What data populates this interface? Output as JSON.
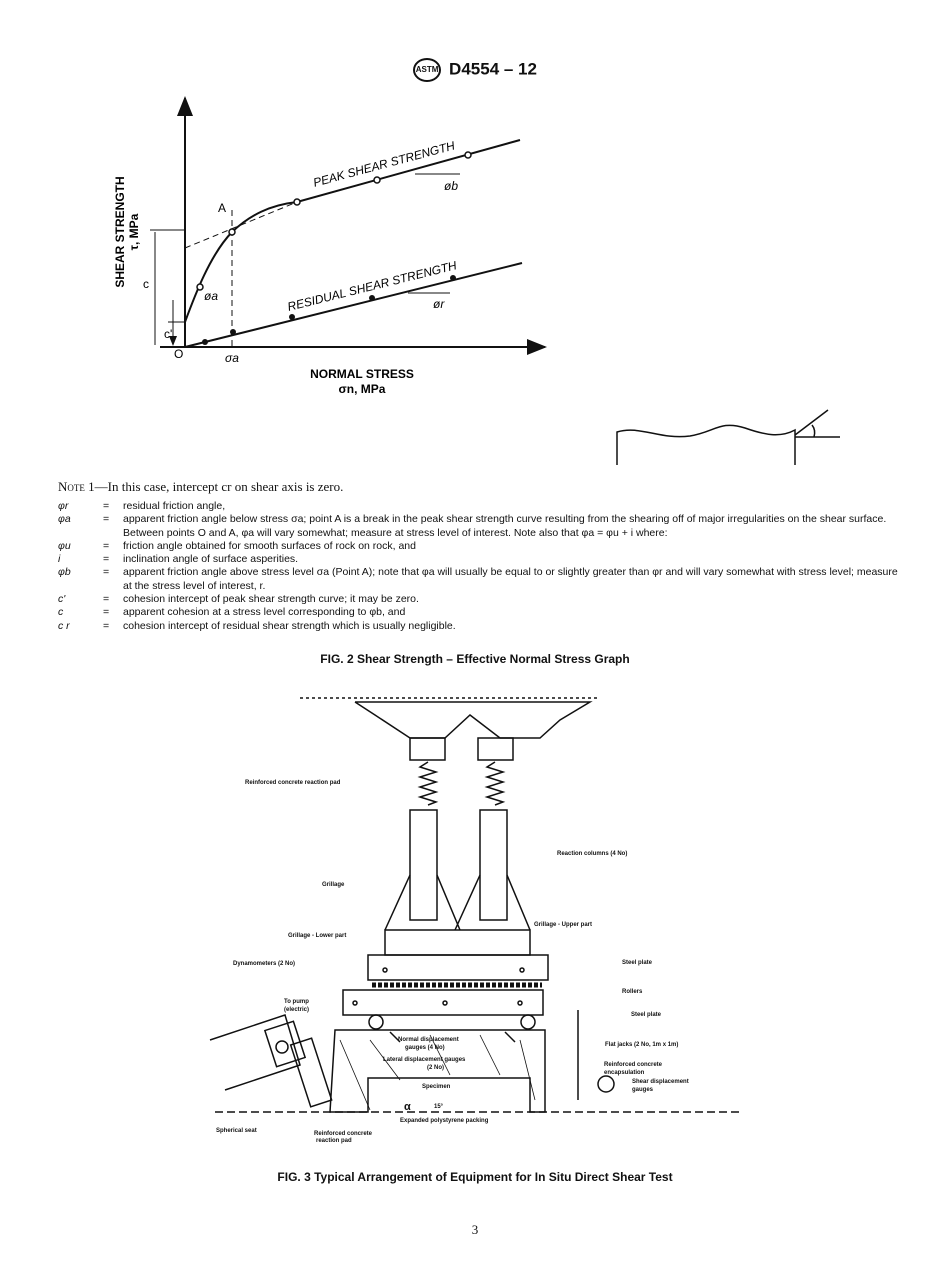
{
  "header": {
    "logo": "ASTM",
    "designation": "D4554 – 12"
  },
  "fig2": {
    "y_label": "SHEAR STRENGTH",
    "y_unit": "τ, MPa",
    "x_label": "NORMAL STRESS",
    "x_unit": "σn, MPa",
    "peak_label": "PEAK SHEAR STRENGTH",
    "residual_label": "RESIDUAL SHEAR STRENGTH",
    "origin": "O",
    "sigma_a": "σa",
    "c": "c",
    "c_prime": "c'",
    "point_a": "A",
    "phi_a": "øa",
    "phi_b": "øb",
    "phi_r": "ør"
  },
  "note": {
    "prefix": "Note 1",
    "text": "—In this case, intercept cr on shear axis is zero."
  },
  "definitions": [
    {
      "symbol": "φr",
      "text": "residual friction angle,"
    },
    {
      "symbol": "φa",
      "text": "apparent friction angle below stress σa; point A is a break in the peak shear strength curve resulting from the shearing off of major irregularities on the shear surface. Between points O and A, φa will vary somewhat; measure at stress level of interest. Note also that φa = φu + i where:"
    },
    {
      "symbol": "φu",
      "text": "friction angle obtained for smooth surfaces of rock on rock, and"
    },
    {
      "symbol": "i",
      "text": "inclination angle of surface asperities."
    },
    {
      "symbol": "φb",
      "text": "apparent friction angle above stress level σa (Point A); note that φa will usually be equal to or slightly greater than φr and will vary somewhat with stress level; measure at the stress level of interest, r."
    },
    {
      "symbol": "c'",
      "text": "cohesion intercept of peak shear strength curve; it may be zero."
    },
    {
      "symbol": "c",
      "text": "apparent cohesion at a stress level corresponding to φb, and"
    },
    {
      "symbol": "c r",
      "text": "cohesion intercept of residual shear strength which is usually negligible."
    }
  ],
  "eq": "=",
  "fig2_caption": "FIG. 2 Shear Strength – Effective Normal Stress Graph",
  "fig3": {
    "labels": {
      "reaction_pad": "Reinforced concrete reaction pad",
      "reaction_columns": "Reaction columns (4 No)",
      "grillage": "Grillage",
      "grillage_upper": "Grillage - Upper part",
      "grillage_lower": "Grillage - Lower part",
      "steel_plate_1": "Steel plate",
      "dynamometers": "Dynamometers (2 No)",
      "rollers": "Rollers",
      "steel_plate_2": "Steel plate",
      "to_pump": "To pump",
      "electric": "(electric)",
      "normal_gauges_1": "Normal displacement",
      "normal_gauges_2": "gauges (4 No)",
      "flat_jacks": "Flat jacks (2 No, 1m x 1m)",
      "encapsulation_1": "Reinforced concrete",
      "encapsulation_2": "encapsulation",
      "lateral_gauges_1": "Lateral displacement gauges",
      "lateral_gauges_2": "(2 No)",
      "specimen": "Specimen",
      "shear_gauges_1": "Shear displacement",
      "shear_gauges_2": "gauges",
      "angle": "15°",
      "alpha": "α",
      "polystyrene": "Expanded polystyrene packing",
      "spherical_seat": "Spherical seat",
      "pad_1": "Reinforced concrete",
      "pad_2": "reaction pad"
    }
  },
  "fig3_caption": "FIG. 3 Typical Arrangement of Equipment for In Situ Direct Shear Test",
  "page_number": "3"
}
